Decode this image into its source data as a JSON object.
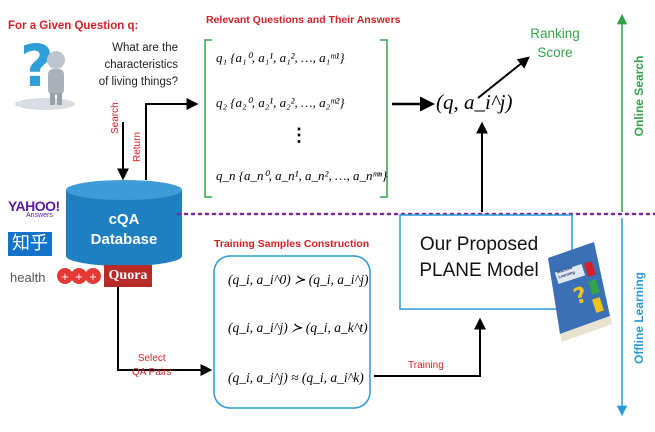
{
  "question": {
    "heading": "For a Given Question q:",
    "text_lines": [
      "What are the",
      "characteristics",
      "of living things?"
    ]
  },
  "relevant": {
    "title": "Relevant Questions and Their Answers",
    "rows": [
      "q₁ {a₁⁰, a₁¹, a₁², …, a₁ᵐ¹}",
      "q₂ {a₂⁰, a₂¹, a₂², …, a₂ᵐ²}",
      "q_n {a_n⁰, a_n¹, a_n², …, a_nᵐⁿ}"
    ],
    "ellipsis": "⋮"
  },
  "pair": "(q, a_i^j)",
  "ranking": [
    "Ranking",
    "Score"
  ],
  "arrows": {
    "search": "Search",
    "return": "Return",
    "select": [
      "Select",
      "QA Pairs"
    ],
    "training": "Training"
  },
  "database": {
    "line1": "cQA",
    "line2": "Database"
  },
  "logos": {
    "yahoo": "YAHOO!",
    "yahoo_sub": "Answers",
    "zhihu": "知乎",
    "health": "health",
    "quora": "Quora"
  },
  "training": {
    "title": "Training Samples Construction",
    "rules": [
      "(q_i, a_i^0) ≻ (q_i, a_i^j)",
      "(q_i, a_i^j) ≻ (q_i, a_k^t)",
      "(q_i, a_i^j) ≈ (q_i, a_i^k)"
    ]
  },
  "model": {
    "line1": "Our Proposed",
    "line2": "PLANE Model",
    "book_label": "Machine Learning"
  },
  "side": {
    "online": "Online Search",
    "offline": "Offline Learning"
  },
  "colors": {
    "red": "#d61f26",
    "green": "#33a34a",
    "blue": "#2a9ad6",
    "db_blue": "#1e7fc1",
    "divider": "#7b2a9e"
  }
}
